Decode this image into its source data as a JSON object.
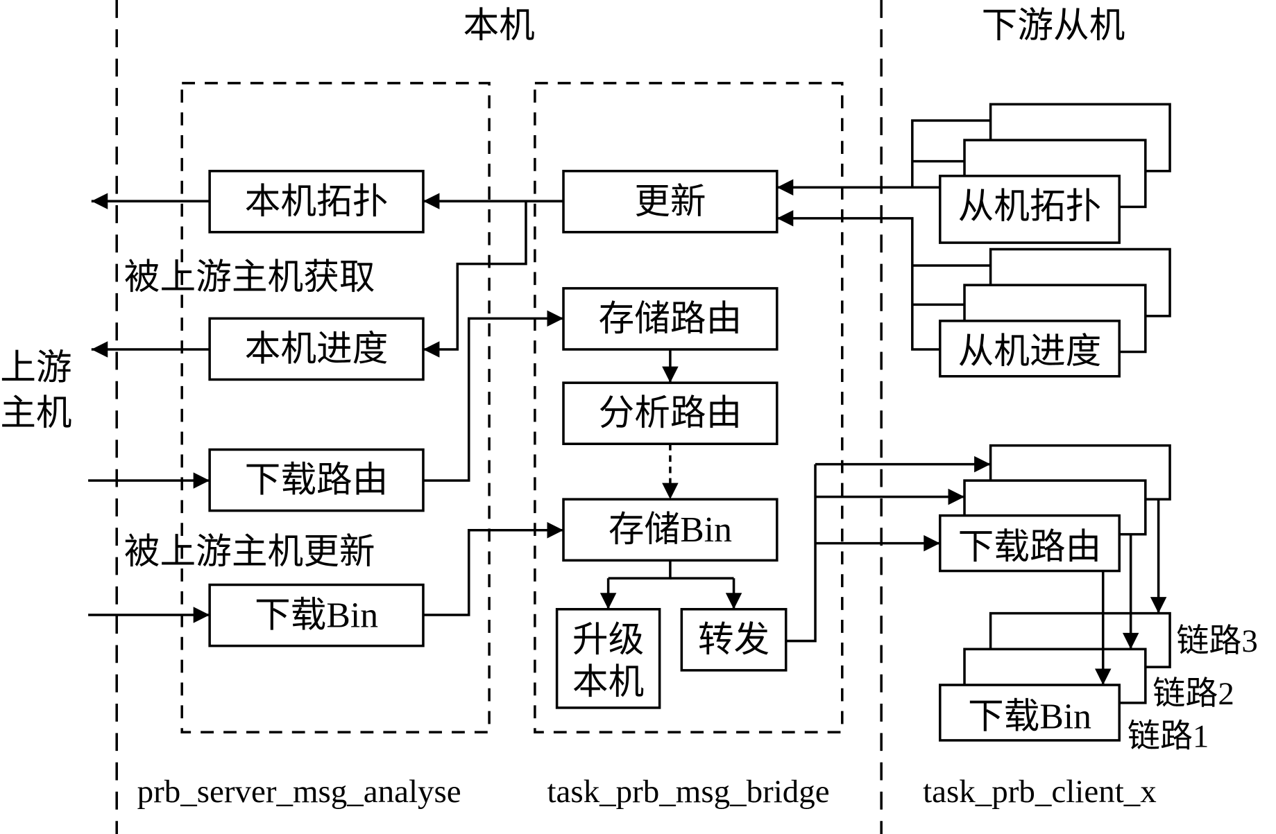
{
  "regions": {
    "local": "本机",
    "downstream": "下游从机",
    "upstream_line1": "上游",
    "upstream_line2": "主机"
  },
  "annotations": {
    "fetched_by_upstream": "被上游主机获取",
    "updated_by_upstream": "被上游主机更新"
  },
  "modules": {
    "analyse": "prb_server_msg_analyse",
    "bridge": "task_prb_msg_bridge",
    "client": "task_prb_client_x"
  },
  "analyse_boxes": {
    "local_topology": "本机拓扑",
    "local_progress": "本机进度",
    "download_route": "下载路由",
    "download_bin": "下载Bin"
  },
  "bridge_boxes": {
    "update": "更新",
    "store_route": "存储路由",
    "analyze_route": "分析路由",
    "store_bin": "存储Bin",
    "upgrade_line1": "升级",
    "upgrade_line2": "本机",
    "forward": "转发"
  },
  "client_boxes": {
    "slave_topology": "从机拓扑",
    "slave_progress": "从机进度",
    "download_route": "下载路由",
    "download_bin": "下载Bin"
  },
  "links": [
    "链路1",
    "链路2",
    "链路3"
  ]
}
